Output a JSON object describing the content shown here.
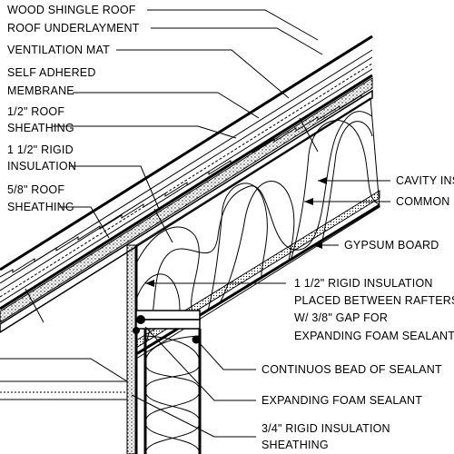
{
  "labels": {
    "wood_shingle_roof": "WOOD SHINGLE ROOF",
    "roof_underlayment": "ROOF UNDERLAYMENT",
    "ventilation_mat": "VENTILATION MAT",
    "self_adhered_1": "SELF ADHERED",
    "self_adhered_2": "MEMBRANE",
    "roof_sheathing_half_1": "1/2\" ROOF",
    "roof_sheathing_half_2": "SHEATHING",
    "rigid_insulation_1": "1 1/2\" RIGID",
    "rigid_insulation_2": "INSULATION",
    "roof_sheathing_58_1": "5/8\" ROOF",
    "roof_sheathing_58_2": "SHEATHING",
    "cavity_insulation": "CAVITY INS",
    "common_rafter": "COMMON R",
    "gypsum_board": "GYPSUM BOARD",
    "rigid_between_1": "1 1/2\" RIGID INSULATION",
    "rigid_between_2": "PLACED BETWEEN RAFTERS",
    "rigid_between_3": "W/ 3/8\" GAP FOR",
    "rigid_between_4": "EXPANDING FOAM SEALANT",
    "continuous_bead": "CONTINUOS BEAD OF SEALANT",
    "expanding_foam": "EXPANDING FOAM SEALANT",
    "wall_sheathing_1": "3/4\" RIGID  INSULATION",
    "wall_sheathing_2": "SHEATHING"
  }
}
